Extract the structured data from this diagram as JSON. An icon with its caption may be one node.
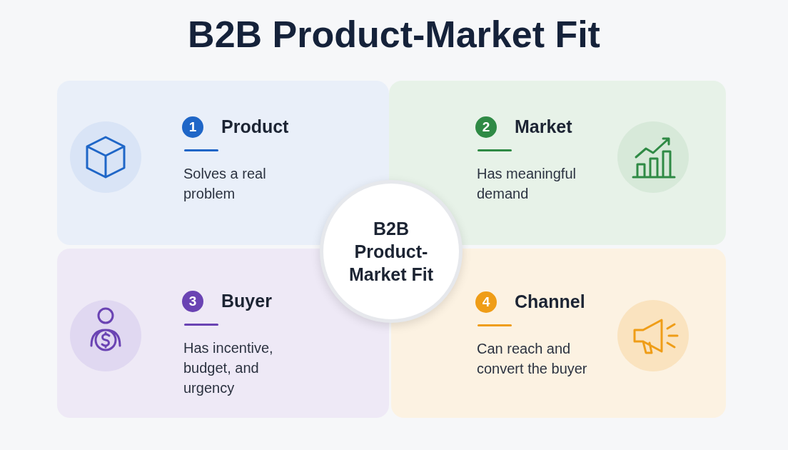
{
  "diagram": {
    "title": "B2B Product-Market Fit",
    "nodes": [
      {
        "text": [
          "Product",
          "Solves a real problem"
        ]
      },
      {
        "text": [
          "1"
        ],
        "in": 0
      },
      {
        "text": [
          "Market",
          "Has meaningful demand"
        ]
      },
      {
        "text": [
          "2"
        ],
        "in": 2
      },
      {
        "text": [
          "Buyer",
          "Has incentive, budget, and urgency"
        ]
      },
      {
        "text": [
          "3"
        ],
        "in": 4
      },
      {
        "text": [
          "Channel",
          "Can reach and convert the buyer"
        ]
      },
      {
        "text": [
          "4"
        ],
        "in": 6
      },
      {
        "text": [
          "B2B Product-Market Fit"
        ]
      }
    ],
    "edges": []
  }
}
